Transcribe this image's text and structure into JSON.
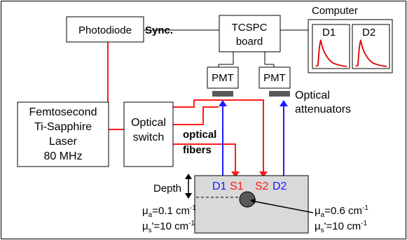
{
  "colors": {
    "laser_path": "#ff1a1a",
    "detection_path": "#1a1aff",
    "tissue": "#d9d9d9",
    "inclusion": "#595959",
    "attenuator": "#595959"
  },
  "labels": {
    "photodiode": "Photodiode",
    "sync": "Sync.",
    "tcspc_line1": "TCSPC",
    "tcspc_line2": "board",
    "computer": "Computer",
    "d1_screen": "D1",
    "d2_screen": "D2",
    "pmt1": "PMT",
    "pmt2": "PMT",
    "optical_attenuators_line1": "Optical",
    "optical_attenuators_line2": "attenuators",
    "laser_line1": "Femtosecond",
    "laser_line2": "Ti-Sapphire",
    "laser_line3": "Laser",
    "laser_line4": "80 MHz",
    "switch_line1": "Optical",
    "switch_line2": "switch",
    "fibers_line1": "optical",
    "fibers_line2": "fibers",
    "depth": "Depth",
    "d1_probe": "D1",
    "s1_probe": "S1",
    "s2_probe": "S2",
    "d2_probe": "D2",
    "bg_mua_prefix": "μ",
    "bg_mua_sub": "a",
    "bg_mua_value": "=0.1 cm",
    "bg_mus_prefix": "μ",
    "bg_mus_sub": "s",
    "bg_mus_value": "'=10 cm",
    "inc_mua_prefix": "μ",
    "inc_mua_sub": "a",
    "inc_mua_value": "=0.6 cm",
    "inc_mus_prefix": "μ",
    "inc_mus_sub": "s",
    "inc_mus_value": "'=10 cm",
    "exp_m1": "-1"
  }
}
